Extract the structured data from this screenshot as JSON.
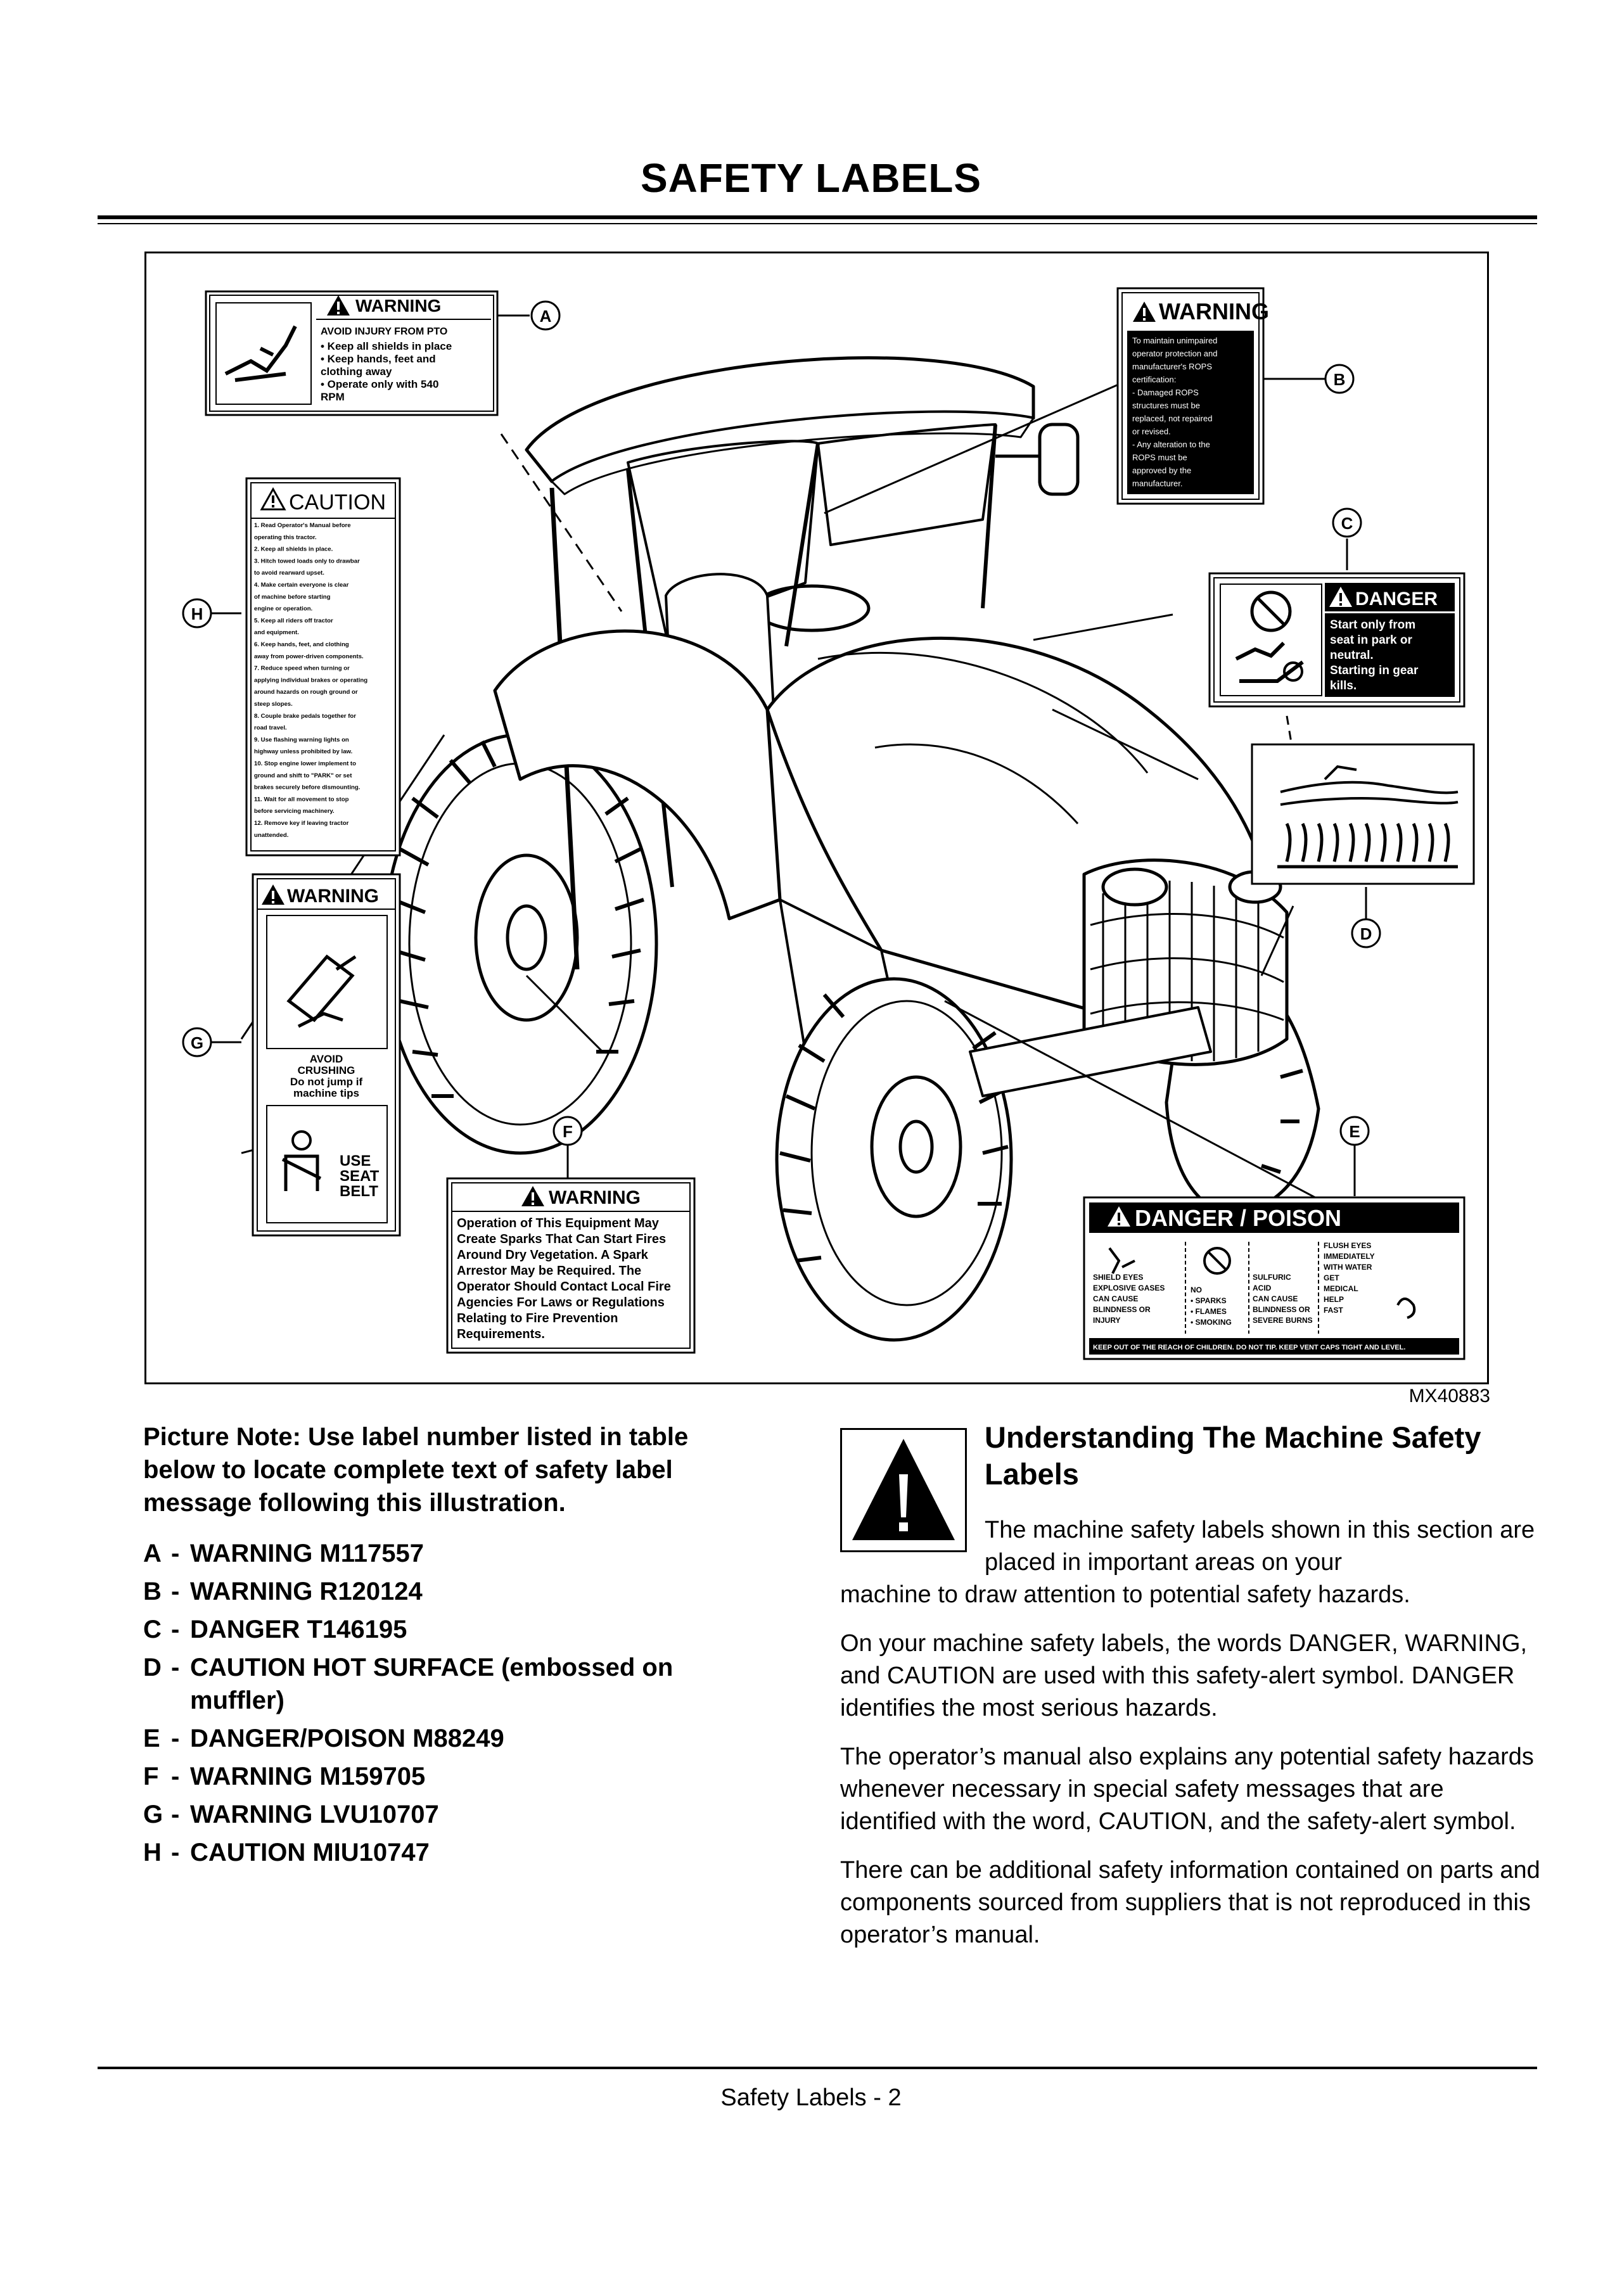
{
  "page": {
    "title": "SAFETY LABELS",
    "footer": "Safety Labels - 2"
  },
  "figure": {
    "code": "MX40883",
    "callouts": [
      "A",
      "B",
      "C",
      "D",
      "E",
      "F",
      "G",
      "H"
    ],
    "labels": {
      "A": {
        "header": "WARNING",
        "subheader": "AVOID INJURY FROM PTO",
        "lines": [
          "• Keep all shields in place",
          "• Keep hands, feet and",
          "  clothing away",
          "• Operate only with 540",
          "  RPM"
        ]
      },
      "B": {
        "header": "WARNING",
        "lines": [
          "To maintain unimpaired",
          "operator protection and",
          "manufacturer's ROPS",
          "certification:",
          "- Damaged ROPS",
          "  structures must be",
          "  replaced, not repaired",
          "  or revised.",
          "- Any alteration to the",
          "  ROPS must be",
          "  approved by the",
          "  manufacturer."
        ]
      },
      "C": {
        "header": "DANGER",
        "lines": [
          "Start only from",
          "seat in park or",
          "neutral.",
          "Starting in gear",
          "kills."
        ]
      },
      "E": {
        "header": "DANGER / POISON",
        "col1": [
          "SHIELD EYES",
          "EXPLOSIVE GASES",
          "CAN CAUSE",
          "BLINDNESS OR",
          "INJURY"
        ],
        "col2": [
          "NO",
          "• SPARKS",
          "• FLAMES",
          "• SMOKING"
        ],
        "col3": [
          "SULFURIC",
          "ACID",
          "CAN CAUSE",
          "BLINDNESS OR",
          "SEVERE BURNS"
        ],
        "col4": [
          "FLUSH EYES",
          "IMMEDIATELY",
          "WITH WATER",
          "GET",
          "MEDICAL",
          "HELP",
          "FAST"
        ],
        "footer": "KEEP OUT OF THE REACH OF CHILDREN. DO NOT TIP. KEEP VENT CAPS TIGHT AND LEVEL."
      },
      "F": {
        "header": "WARNING",
        "lines": [
          "Operation of This Equipment May",
          "Create Sparks That Can Start Fires",
          "Around Dry Vegetation. A Spark",
          "Arrestor May be Required. The",
          "Operator Should Contact Local Fire",
          "Agencies For Laws or Regulations",
          "Relating to Fire Prevention",
          "Requirements."
        ]
      },
      "G": {
        "header": "WARNING",
        "avoid": [
          "AVOID",
          "CRUSHING",
          "Do not jump if",
          "machine tips"
        ],
        "seatbelt": [
          "USE",
          "SEAT",
          "BELT"
        ]
      },
      "H": {
        "header": "CAUTION",
        "lines": [
          "1. Read Operator's Manual before",
          "   operating this tractor.",
          "2. Keep all shields in place.",
          "3. Hitch towed loads only to drawbar",
          "   to avoid rearward upset.",
          "4. Make certain everyone is clear",
          "   of machine before starting",
          "   engine or operation.",
          "5. Keep all riders off tractor",
          "   and equipment.",
          "6. Keep hands, feet, and clothing",
          "   away from power-driven components.",
          "7. Reduce speed when turning or",
          "   applying individual brakes or operating",
          "   around hazards on rough ground or",
          "   steep slopes.",
          "8. Couple brake pedals together for",
          "   road travel.",
          "9. Use flashing warning lights on",
          "   highway unless prohibited by law.",
          "10. Stop engine lower implement to",
          "   ground and shift to \"PARK\" or set",
          "   brakes securely before dismounting.",
          "11. Wait for all movement to stop",
          "   before servicing machinery.",
          "12. Remove key if leaving tractor",
          "   unattended."
        ]
      }
    }
  },
  "left": {
    "picture_note": "Picture Note: Use label number listed in table below to locate complete text of safety label message following this illustration.",
    "items": [
      {
        "letter": "A",
        "text": "WARNING M117557"
      },
      {
        "letter": "B",
        "text": "WARNING R120124"
      },
      {
        "letter": "C",
        "text": "DANGER T146195"
      },
      {
        "letter": "D",
        "text": "CAUTION HOT SURFACE (embossed on muffler)"
      },
      {
        "letter": "E",
        "text": "DANGER/POISON M88249"
      },
      {
        "letter": "F",
        "text": "WARNING M159705"
      },
      {
        "letter": "G",
        "text": "WARNING LVU10707"
      },
      {
        "letter": "H",
        "text": "CAUTION MIU10747"
      }
    ]
  },
  "right": {
    "heading": "Understanding The Machine Safety Labels",
    "p1_a": "The machine safety labels shown in this section are placed in important areas on your",
    "p1_b": "machine to draw attention to potential safety hazards.",
    "p2": "On your machine safety labels, the words DANGER, WARNING, and CAUTION are used with this safety-alert symbol. DANGER identifies the most serious hazards.",
    "p3": "The operator’s manual also explains any potential safety hazards whenever necessary in special safety messages that are identified with the word, CAUTION, and the safety-alert symbol.",
    "p4": "There can be additional safety information contained on parts and components sourced from suppliers that is not reproduced in this operator’s manual."
  }
}
